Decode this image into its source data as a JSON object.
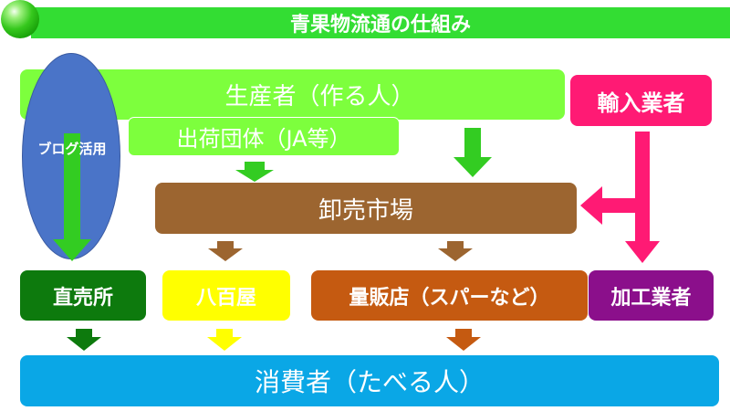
{
  "title": "青果物流通の仕組み",
  "nodes": {
    "producer": "生産者（作る人）",
    "coop": "出荷団体（JA等）",
    "importer": "輸入業者",
    "market": "卸売市場",
    "blog": "ブログ活用",
    "direct": "直売所",
    "greengrocer": "八百屋",
    "mass": "量販店（スパーなど）",
    "processor": "加工業者",
    "consumer": "消費者（たべる人）"
  },
  "colors": {
    "producer": "#7dff3d",
    "importer": "#ff1a74",
    "market": "#9c6530",
    "blog": "#4a74c8",
    "direct": "#0d7a0d",
    "greengrocer": "#ffff00",
    "mass": "#c55a11",
    "processor": "#8b0f8b",
    "consumer": "#0aa7e6",
    "title_bar": "#33dd33"
  }
}
